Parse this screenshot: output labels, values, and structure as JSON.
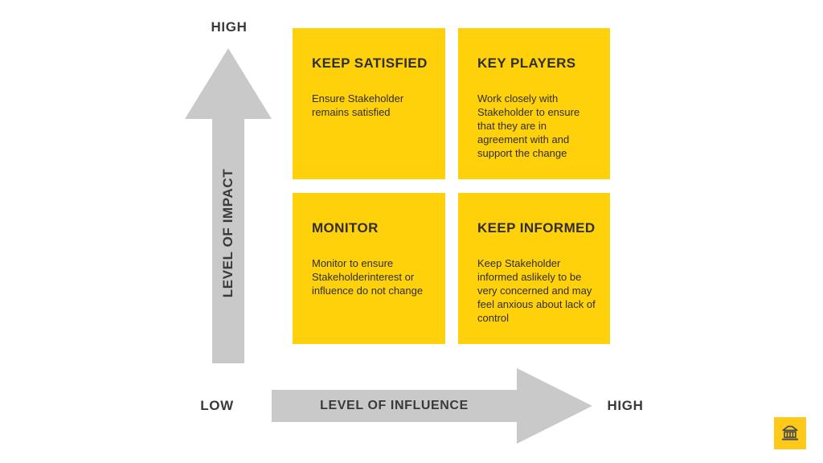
{
  "slide": {
    "background": "#ffffff",
    "type": "stakeholder-analysis-matrix"
  },
  "colors": {
    "quadrant_yellow": "#FFD10A",
    "arrow_gray": "#C9C9C9",
    "text_dark": "#333333",
    "badge_background": "#FFC91A",
    "badge_icon": "#4D4D4D"
  },
  "y_axis": {
    "top_label": "HIGH",
    "label": "LEVEL OF IMPACT"
  },
  "x_axis": {
    "left_label": "LOW",
    "label": "LEVEL OF INFLUENCE",
    "right_label": "HIGH"
  },
  "quadrants": [
    {
      "title": "KEEP SATISFIED",
      "description": "Ensure Stakeholder remains satisfied"
    },
    {
      "title": "KEY PLAYERS",
      "description": "Work closely with Stakeholder to ensure that they are in agreement with and support the change"
    },
    {
      "title": "MONITOR",
      "description": "Monitor to ensure Stakeholderinterest or influence do not change"
    },
    {
      "title": "KEEP INFORMED",
      "description": "Keep Stakeholder informed aslikely to be very concerned and may feel anxious about lack of control"
    }
  ],
  "badge": {
    "icon": "bank-icon"
  }
}
